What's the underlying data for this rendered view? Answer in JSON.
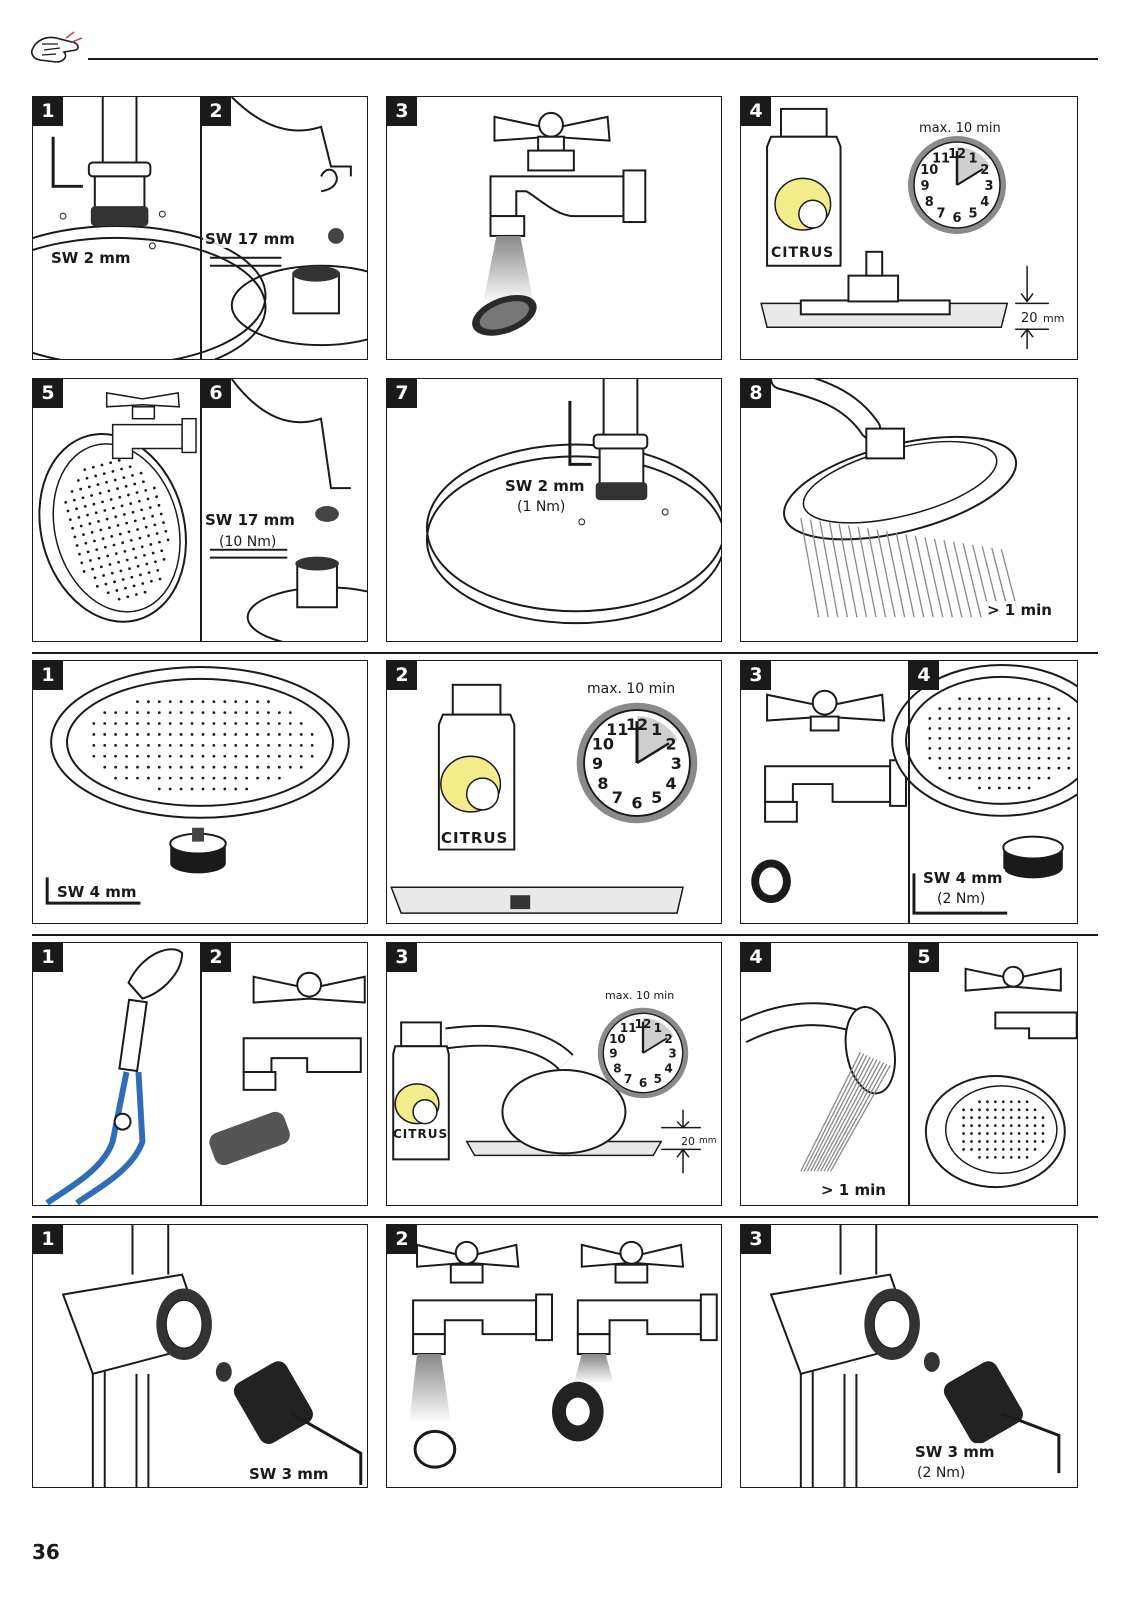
{
  "page": {
    "number": "36"
  },
  "labels": {
    "sw2": "SW 2 mm",
    "sw17": "SW 17 mm",
    "sw4": "SW 4 mm",
    "sw3": "SW 3 mm",
    "max10": "max. 10 min",
    "mm20": "20",
    "mm_unit": "mm",
    "nm1": "(1 Nm)",
    "nm10": "(10 Nm)",
    "nm2": "(2 Nm)",
    "gt1min": "> 1 min",
    "citrus": "CITRUS"
  },
  "steps": {
    "row1": [
      "1",
      "2",
      "3",
      "4"
    ],
    "row2": [
      "5",
      "6",
      "7",
      "8"
    ],
    "row3": [
      "1",
      "2",
      "3",
      "4"
    ],
    "row4": [
      "1",
      "2",
      "3",
      "4",
      "5"
    ],
    "row5": [
      "1",
      "2",
      "3"
    ]
  },
  "clock": {
    "numbers": [
      "12",
      "1",
      "2",
      "3",
      "4",
      "5",
      "6",
      "7",
      "8",
      "9",
      "10",
      "11"
    ]
  },
  "colors": {
    "ink": "#1a1a1a",
    "lemon": "#f3ec8a",
    "water": "#e9e9e9",
    "pliers": "#2f6db5",
    "clock_wedge": "#cfcfcf"
  }
}
